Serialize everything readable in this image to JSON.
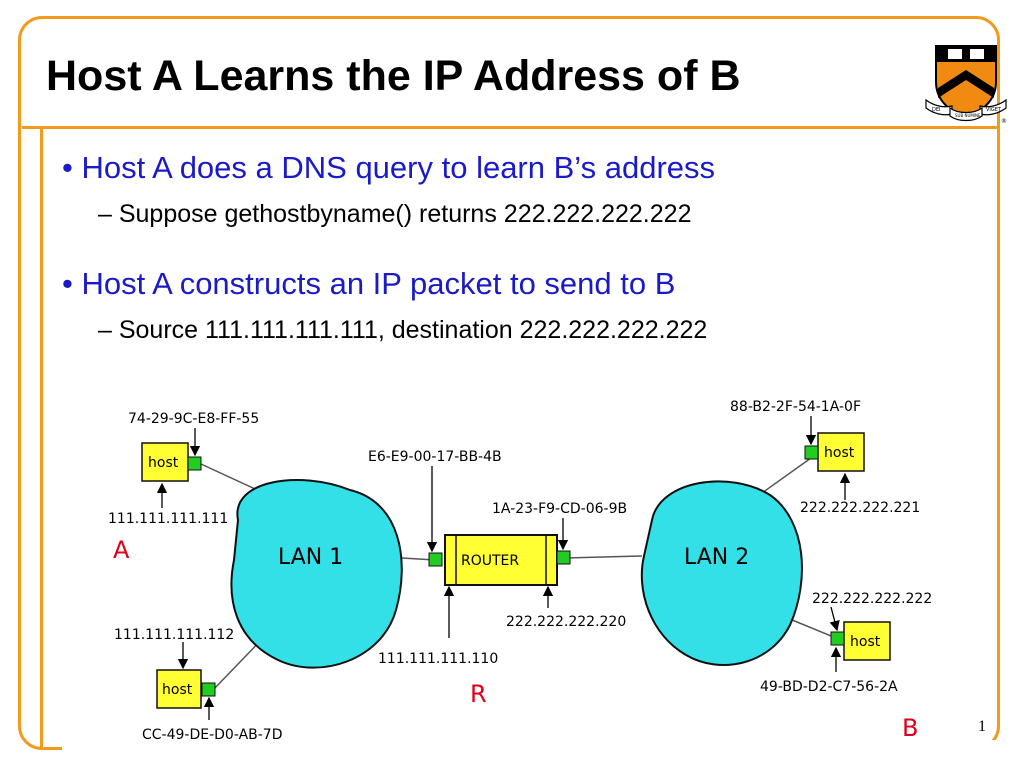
{
  "slide": {
    "title": "Host A Learns the IP Address of B",
    "bullets": [
      {
        "text": "• Host A does a DNS query to learn B’s address",
        "sub": "– Suppose gethostbyname() returns 222.222.222.222"
      },
      {
        "text": "• Host A constructs an IP packet to send to B",
        "sub": "– Source 111.111.111.111, destination 222.222.222.222"
      }
    ],
    "page_number": "1"
  },
  "diagram": {
    "lan1": "LAN 1",
    "lan2": "LAN 2",
    "router": "ROUTER",
    "host_label": "host",
    "host_a": {
      "mac": "74-29-9C-E8-FF-55",
      "ip": "111.111.111.111",
      "tag": "A"
    },
    "host_lan1_lower": {
      "mac": "CC-49-DE-D0-AB-7D",
      "ip": "111.111.111.112"
    },
    "router_lan1": {
      "mac": "E6-E9-00-17-BB-4B",
      "ip": "111.111.111.110",
      "tag": "R"
    },
    "router_lan2": {
      "mac": "1A-23-F9-CD-06-9B",
      "ip": "222.222.222.220"
    },
    "host_lan2_upper": {
      "mac": "88-B2-2F-54-1A-0F",
      "ip": "222.222.222.221"
    },
    "host_b": {
      "mac": "49-BD-D2-C7-56-2A",
      "ip": "222.222.222.222",
      "tag": "B"
    }
  },
  "colors": {
    "frame": "#f39a1d",
    "bullet_blue": "#1a1ac8",
    "lan_fill": "#33e0e8",
    "host_fill": "#ffff33",
    "nic_fill": "#22cc22",
    "tag_red": "#e0001a"
  },
  "logo": {
    "name": "princeton-shield-icon",
    "motto_left": "DEI",
    "motto_center": "SUB NUMINE",
    "motto_right": "VIGET",
    "mark": "®"
  }
}
